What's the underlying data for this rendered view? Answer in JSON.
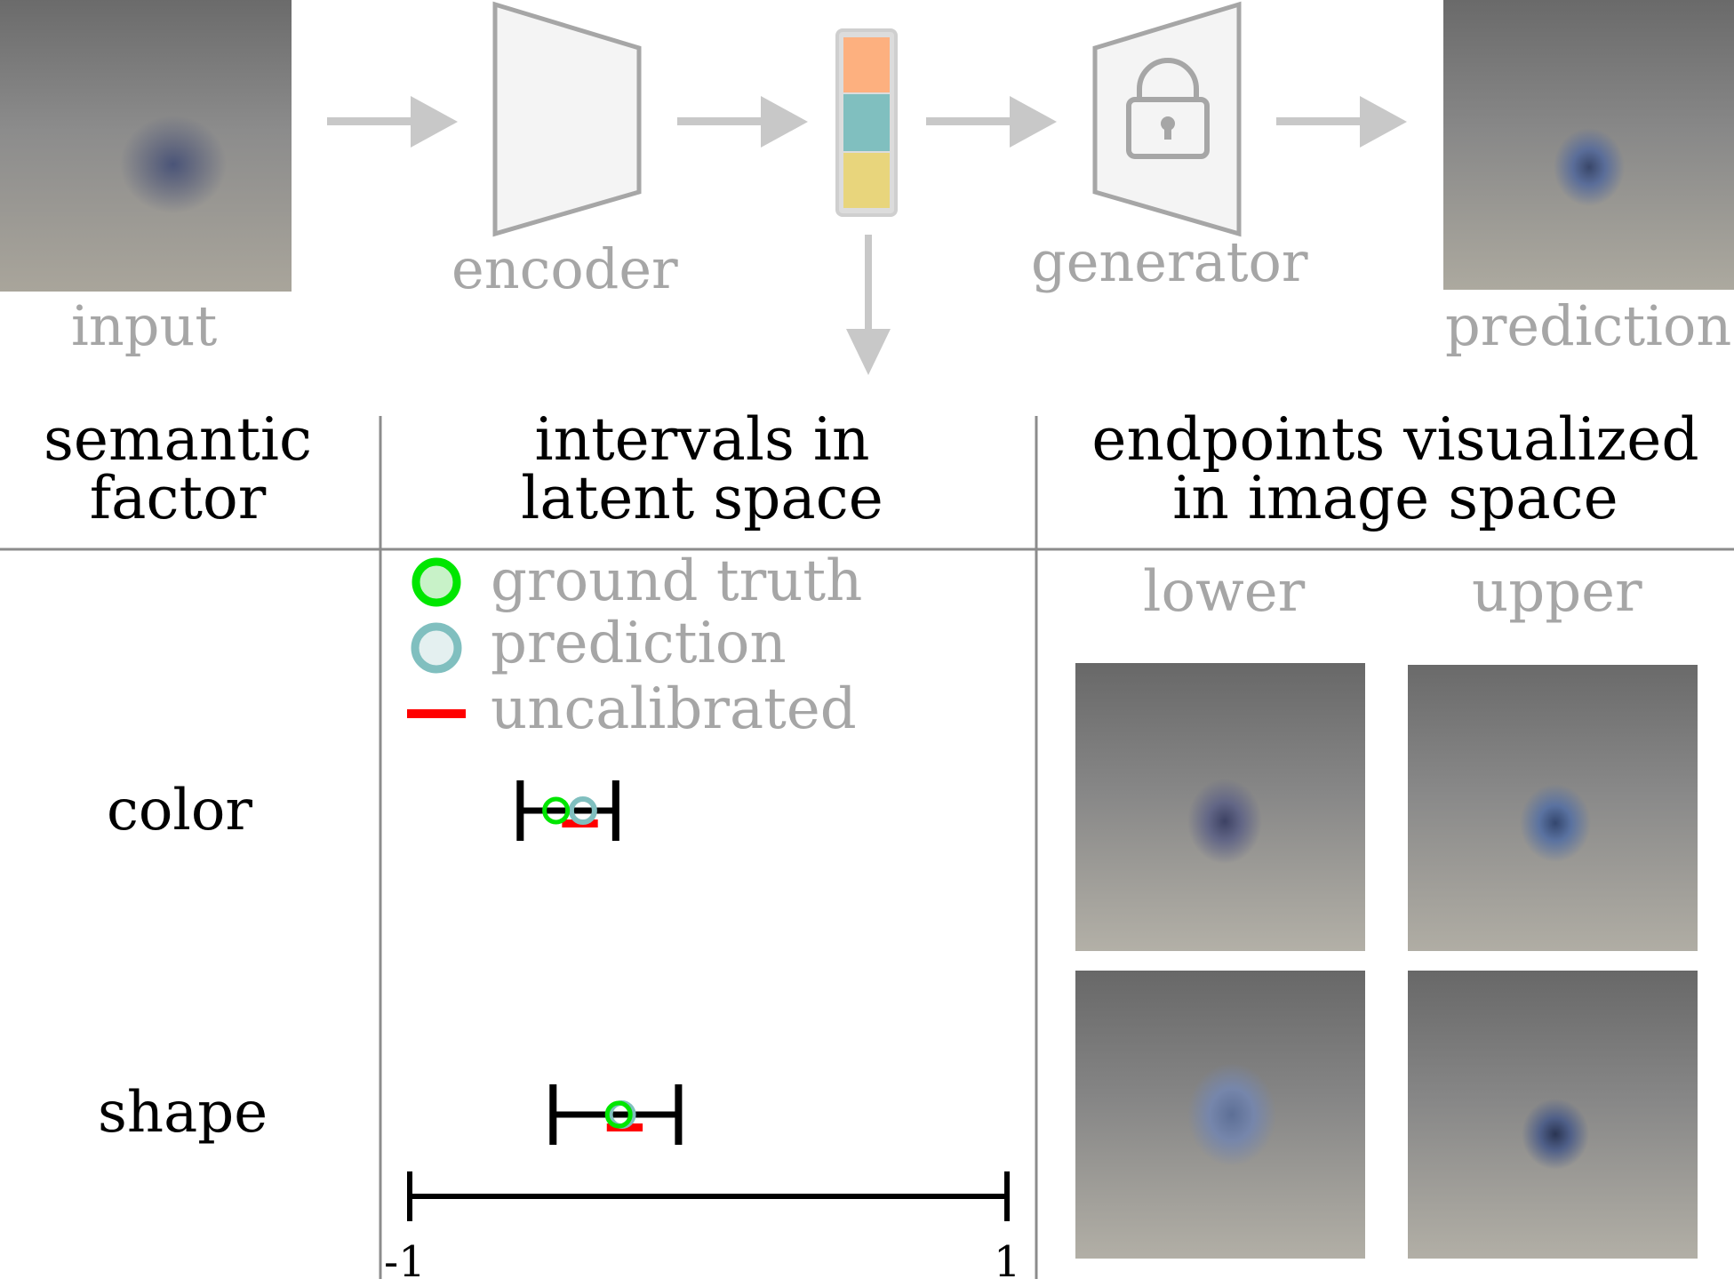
{
  "pipeline": {
    "input_label": "input",
    "encoder_label": "encoder",
    "generator_label": "generator",
    "prediction_label": "prediction",
    "latent_colors": [
      "#fdb07f",
      "#80bfbf",
      "#e8d57c"
    ]
  },
  "table": {
    "col1_header_line1": "semantic",
    "col1_header_line2": "factor",
    "col2_header_line1": "intervals in",
    "col2_header_line2": "latent space",
    "col3_header_line1": "endpoints visualized",
    "col3_header_line2": "in image space",
    "lower_label": "lower",
    "upper_label": "upper"
  },
  "legend": {
    "ground_truth": "ground truth",
    "prediction": "prediction",
    "uncalibrated": "uncalibrated",
    "ground_truth_color": "#00e600",
    "prediction_color": "#80bfbf",
    "uncalibrated_color": "#ff0000"
  },
  "chart_data": {
    "type": "interval",
    "axis": {
      "min": -1,
      "max": 1,
      "min_label": "-1",
      "max_label": "1"
    },
    "rows": [
      {
        "factor": "color",
        "lower": -0.63,
        "upper": -0.31,
        "ground_truth": -0.51,
        "prediction": -0.42,
        "uncalibrated": [
          -0.49,
          -0.37
        ]
      },
      {
        "factor": "shape",
        "lower": -0.52,
        "upper": -0.1,
        "ground_truth": -0.3,
        "prediction": -0.29,
        "uncalibrated": [
          -0.34,
          -0.22
        ]
      }
    ]
  }
}
